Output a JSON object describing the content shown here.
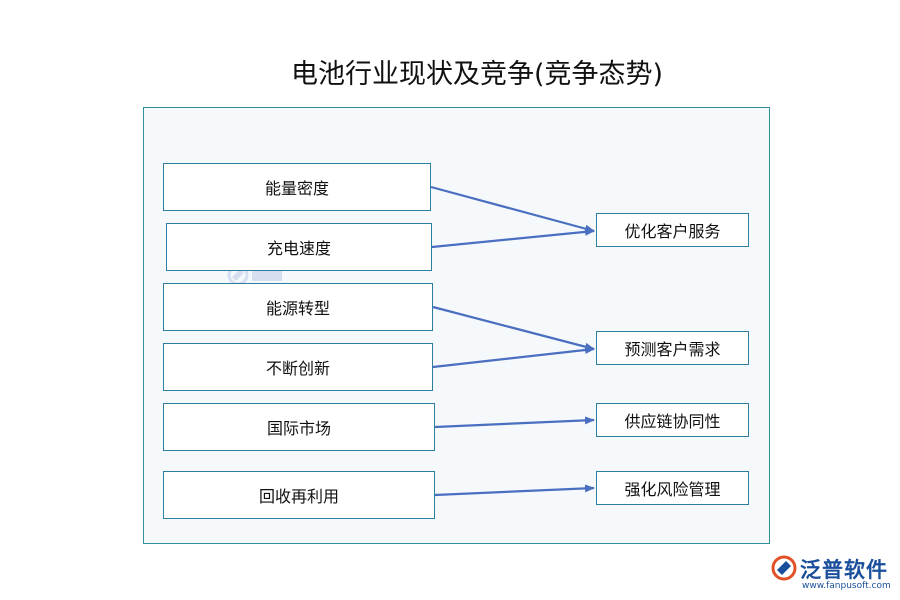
{
  "title": "电池行业现状及竞争(竞争态势)",
  "left_items": [
    "能量密度",
    "充电速度",
    "能源转型",
    "不断创新",
    "国际市场",
    "回收再利用"
  ],
  "right_items": [
    "优化客户服务",
    "预测客户需求",
    "供应链协同性",
    "强化风险管理"
  ],
  "links": [
    {
      "from": "能量密度",
      "to": "优化客户服务"
    },
    {
      "from": "充电速度",
      "to": "优化客户服务"
    },
    {
      "from": "能源转型",
      "to": "预测客户需求"
    },
    {
      "from": "不断创新",
      "to": "预测客户需求"
    },
    {
      "from": "国际市场",
      "to": "供应链协同性"
    },
    {
      "from": "回收再利用",
      "to": "强化风险管理"
    }
  ],
  "logo": {
    "name": "泛普软件",
    "url": "www.fanpusoft.com"
  },
  "colors": {
    "arrow": "#4a6fc0",
    "box_border": "#2c7fa0",
    "panel_border": "#2f8f9a",
    "logo": "#1a4f9c"
  }
}
